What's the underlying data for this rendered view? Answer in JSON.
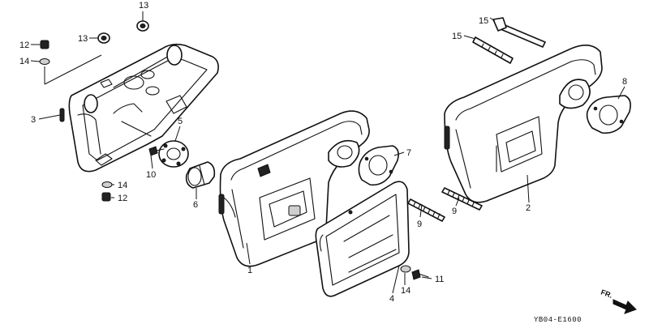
{
  "diagram": {
    "code": "YB04-E1600",
    "direction_label": "FR.",
    "callouts": [
      "13",
      "12",
      "13",
      "14",
      "3",
      "5",
      "10",
      "14",
      "12",
      "6",
      "1",
      "7",
      "4",
      "14",
      "11",
      "15",
      "15",
      "8",
      "9",
      "9",
      "2"
    ],
    "colors": {
      "line": "#111111",
      "background": "#ffffff",
      "shade": "#cfcfcf"
    }
  }
}
